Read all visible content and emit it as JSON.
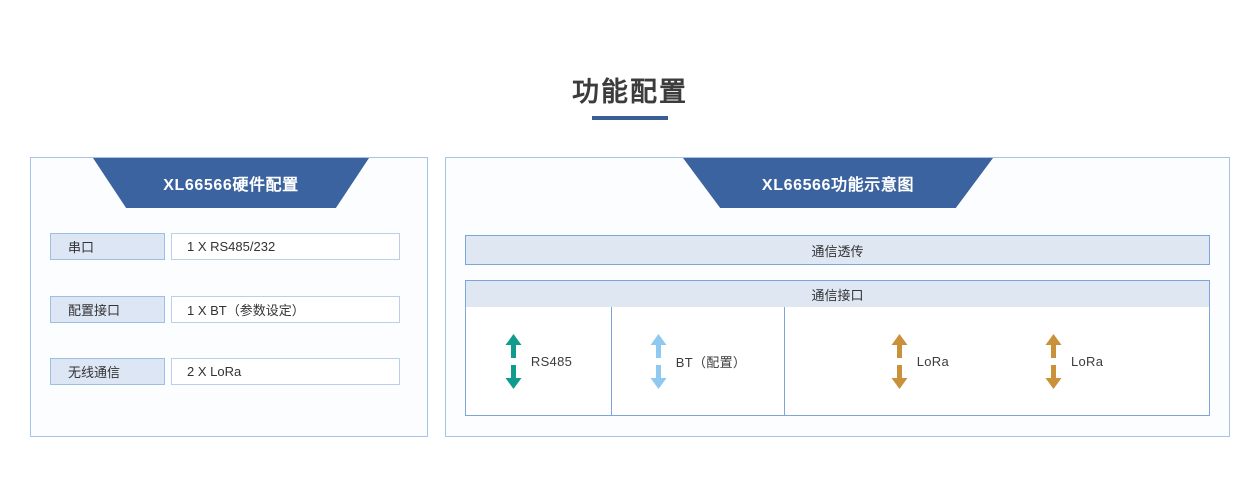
{
  "page": {
    "title": "功能配置",
    "accent": "#3b5e96",
    "ribbon_color": "#3b639f",
    "panel_border": "#a8c3e8",
    "band_fill": "#dfe7f3",
    "band_border": "#7da5dc"
  },
  "left_panel": {
    "header": "XL66566硬件配置",
    "rows": [
      {
        "label": "串口",
        "value": "1 X RS485/232"
      },
      {
        "label": "配置接口",
        "value": "1 X BT（参数设定）"
      },
      {
        "label": "无线通信",
        "value": "2 X LoRa"
      }
    ]
  },
  "right_panel": {
    "header": "XL66566功能示意图",
    "bands": [
      {
        "label": "通信透传"
      },
      {
        "label": "通信接口"
      }
    ],
    "ports": [
      {
        "label": "RS485",
        "arrow_color": "#0f9c8e",
        "icon": "double-arrow-vertical-icon"
      },
      {
        "label": "BT（配置）",
        "arrow_color": "#8fc9f0",
        "icon": "double-arrow-vertical-icon"
      },
      {
        "label": "LoRa",
        "arrow_color": "#c8913a",
        "icon": "double-arrow-vertical-icon"
      },
      {
        "label": "LoRa",
        "arrow_color": "#c8913a",
        "icon": "double-arrow-vertical-icon"
      }
    ]
  }
}
